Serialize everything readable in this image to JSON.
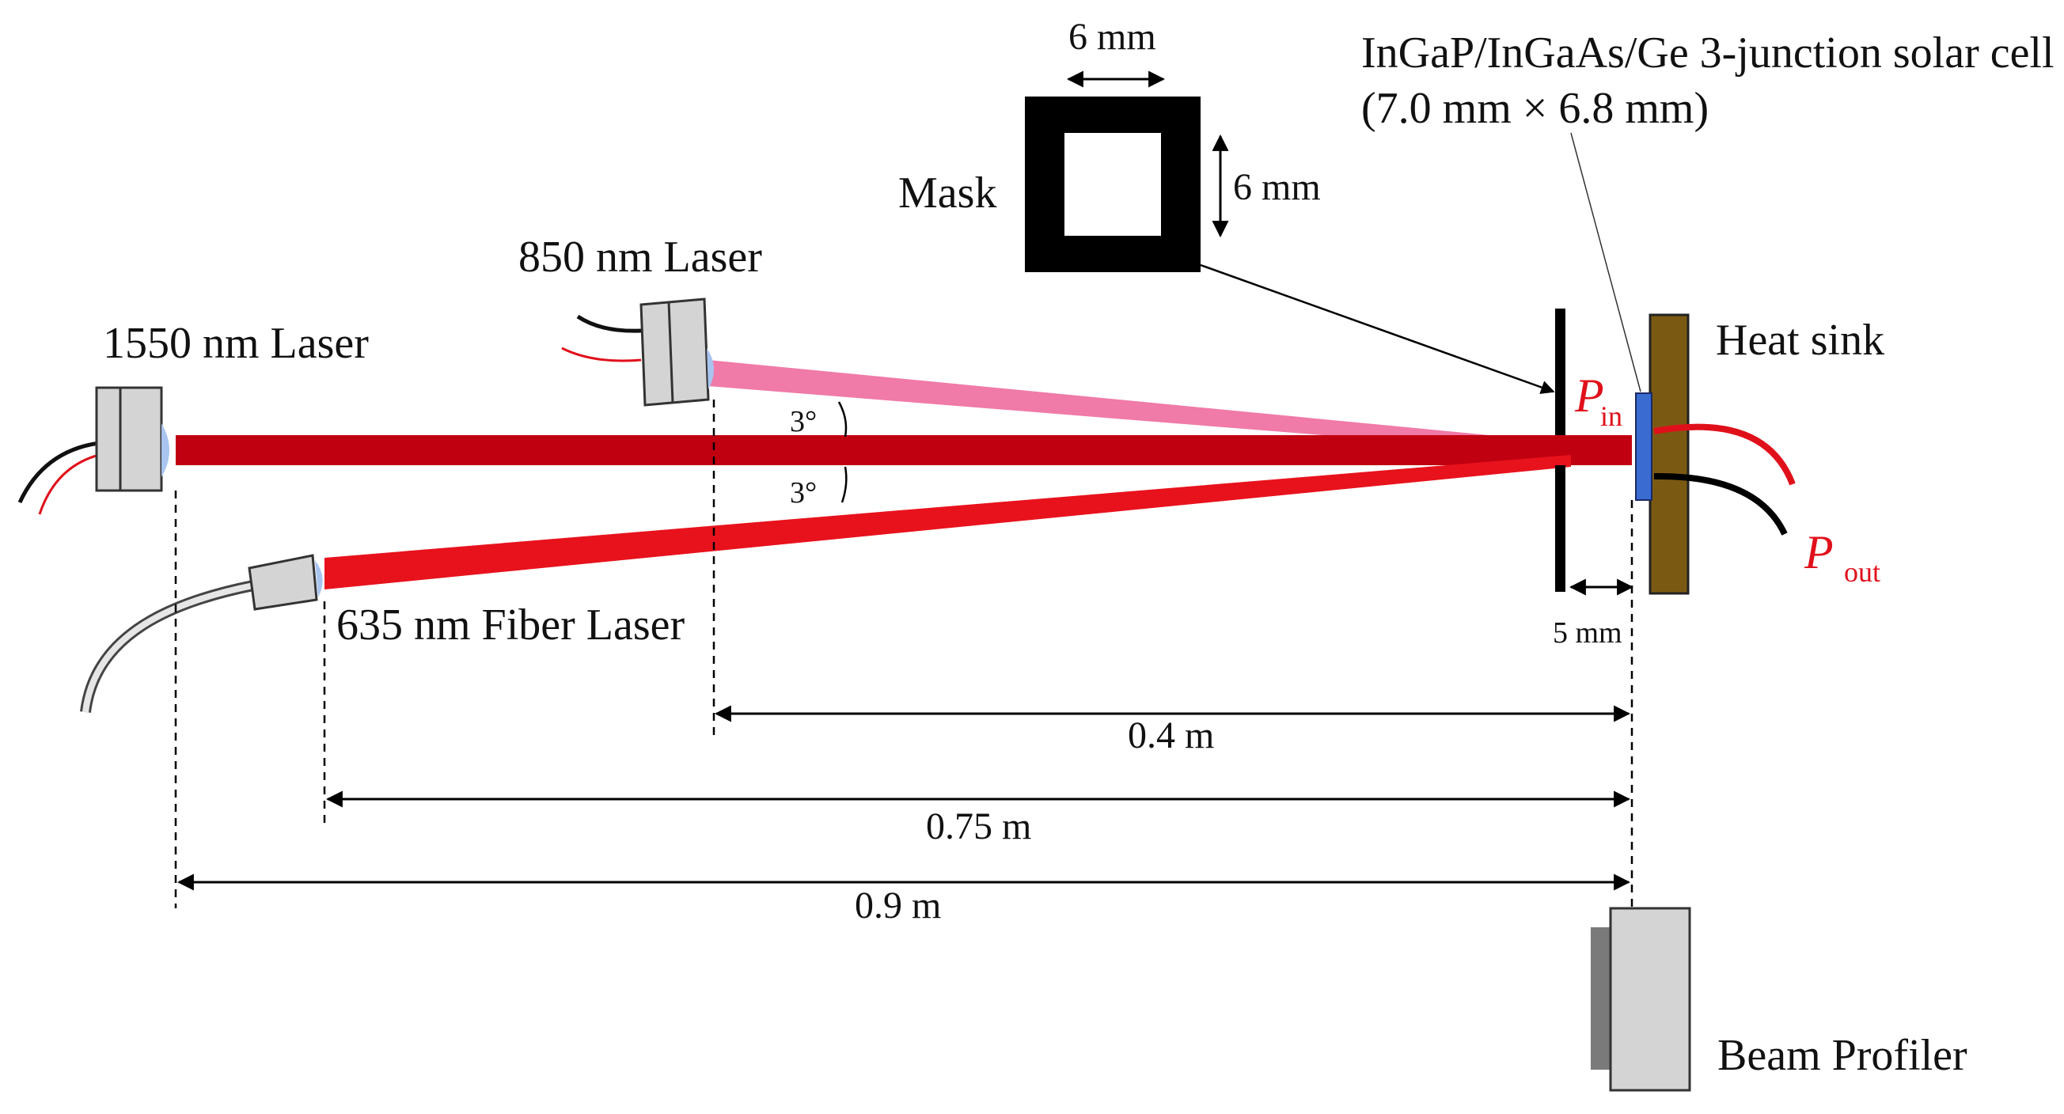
{
  "labels": {
    "laser_1550": "1550 nm Laser",
    "laser_850": "850 nm Laser",
    "laser_635": "635 nm Fiber Laser",
    "mask": "Mask",
    "mask_width": "6 mm",
    "mask_height": "6 mm",
    "cell_line1": "InGaP/InGaAs/Ge 3-junction solar cell",
    "cell_line2": "(7.0 mm × 6.8 mm)",
    "heat_sink": "Heat sink",
    "p_in_symbol": "P",
    "p_in_sub": "in",
    "p_out_symbol": "P",
    "p_out_sub": "out",
    "gap": "5 mm",
    "angle_top": "3°",
    "angle_bottom": "3°",
    "dist_850": "0.4 m",
    "dist_635": "0.75 m",
    "dist_1550": "0.9 m",
    "beam_profiler": "Beam Profiler"
  },
  "colors": {
    "beam_1550": "#c00010",
    "beam_850": "#f07aa8",
    "beam_635": "#e8121c",
    "laser_body": "#d4d4d4",
    "heat_sink": "#7a5a12",
    "solar_cell": "#3a6bd0",
    "mask": "#000000",
    "p_label": "#e0101a"
  }
}
